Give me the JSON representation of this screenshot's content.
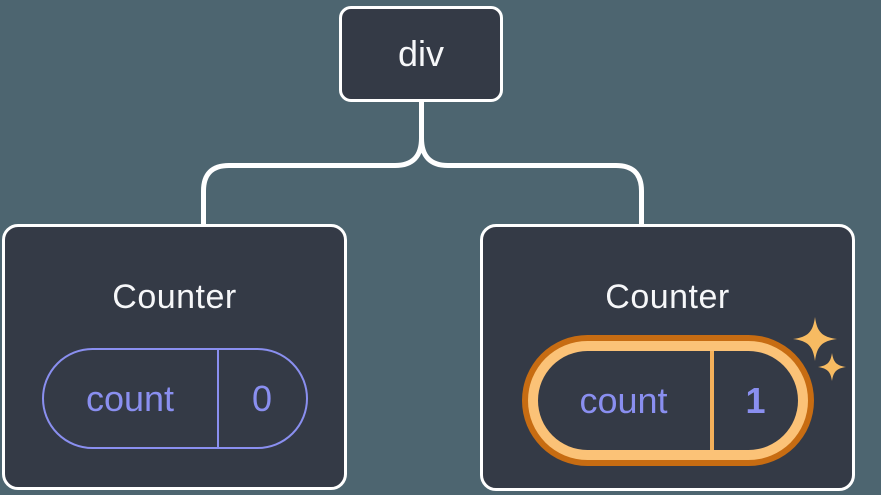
{
  "colors": {
    "page_bg": "#4d6570",
    "card_bg": "#343a46",
    "card_border": "#ffffff",
    "connector": "#ffffff",
    "accent_purple": "#8a8ff0",
    "highlight_orange_dark": "#c76c12",
    "highlight_orange_light": "#fbc277",
    "divider_orange": "#f4b05a",
    "sparkle_orange": "#f7bb62",
    "title_text": "#f6f7f9"
  },
  "tree": {
    "root": {
      "label": "div"
    },
    "children": [
      {
        "title": "Counter",
        "state": {
          "key": "count",
          "value": "0"
        },
        "highlighted": false
      },
      {
        "title": "Counter",
        "state": {
          "key": "count",
          "value": "1"
        },
        "highlighted": true
      }
    ]
  },
  "icons": {
    "sparkles": "four-pointed-sparkle-stars"
  }
}
